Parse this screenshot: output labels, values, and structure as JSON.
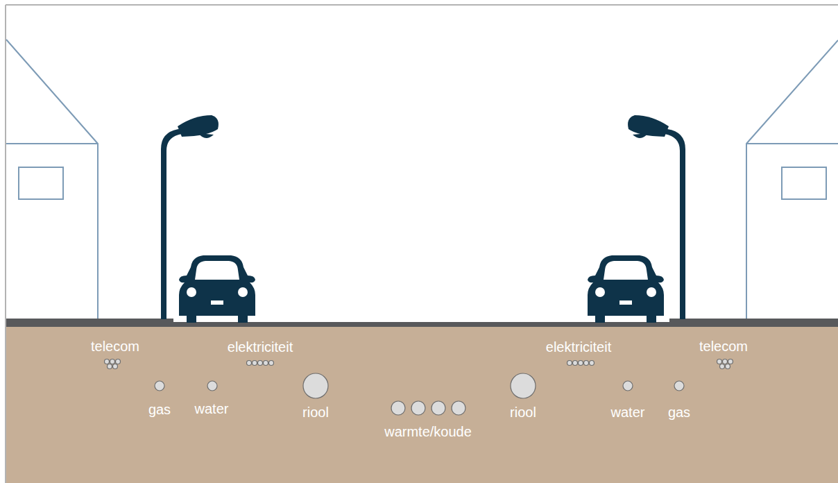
{
  "diagram": {
    "labels": [
      "telecom",
      "elektriciteit",
      "elektriciteit",
      "telecom",
      "gas",
      "water",
      "riool",
      "warmte/koude",
      "riool",
      "water",
      "gas"
    ]
  }
}
